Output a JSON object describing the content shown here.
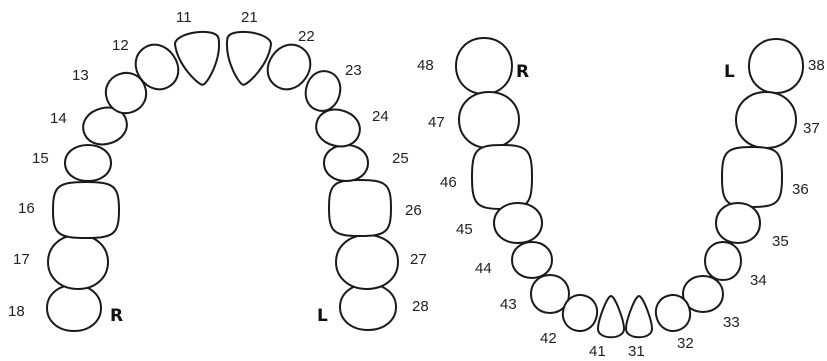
{
  "upper_arch": {
    "side_labels": {
      "right": "R",
      "left": "L"
    },
    "teeth": [
      "11",
      "12",
      "13",
      "14",
      "15",
      "16",
      "17",
      "18",
      "21",
      "22",
      "23",
      "24",
      "25",
      "26",
      "27",
      "28"
    ]
  },
  "lower_arch": {
    "side_labels": {
      "right": "R",
      "left": "L"
    },
    "teeth": [
      "31",
      "32",
      "33",
      "34",
      "35",
      "36",
      "37",
      "38",
      "41",
      "42",
      "43",
      "44",
      "45",
      "46",
      "47",
      "48"
    ]
  },
  "colors": {
    "outline": "#1a1a1a",
    "fill": "#ffffff",
    "text": "#222222"
  }
}
